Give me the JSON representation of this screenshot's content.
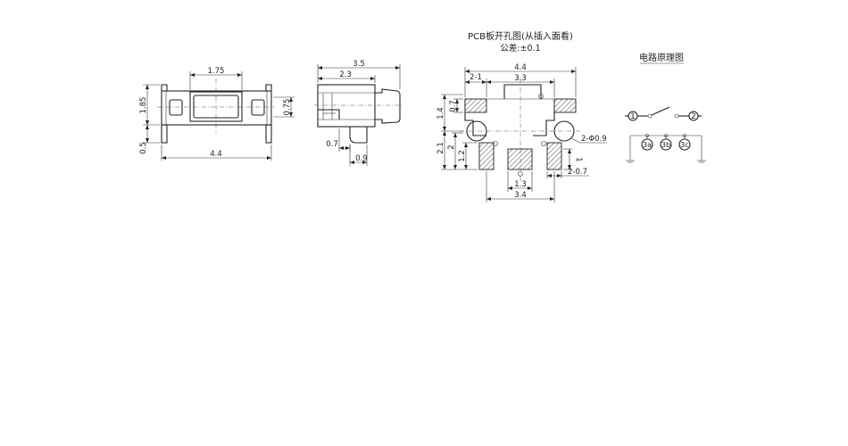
{
  "front_view": {
    "width": "1.75",
    "height": "1.85",
    "side_height": "0.75",
    "leg_height": "0.5",
    "total_width": "4.4"
  },
  "side_view": {
    "total_length": "3.5",
    "body_length": "2.3",
    "pin_offset": "0.7",
    "stem_width": "0.9"
  },
  "pcb_layout": {
    "title": "PCB板开孔图(从插入面看)",
    "tolerance": "公差:±0.1",
    "pad_pitch_outer": "4.4",
    "pad_pitch_inner": "3.3",
    "pad_count_top": "2-1",
    "pad_height": "0.7",
    "row_offset": "1.4",
    "hole_spec": "2-Φ0.9",
    "left_height_total": "2.1",
    "left_height": "2",
    "pad_gap": "1.2",
    "right_pad_height": "1",
    "bottom_pad_spec": "2-0.7",
    "center_pad_width": "1.3",
    "bottom_span": "3.4"
  },
  "circuit": {
    "title": "电路原理图",
    "pin1": "1",
    "pin2": "2",
    "pin3a": "3a",
    "pin3b": "3b",
    "pin3c": "3c"
  }
}
